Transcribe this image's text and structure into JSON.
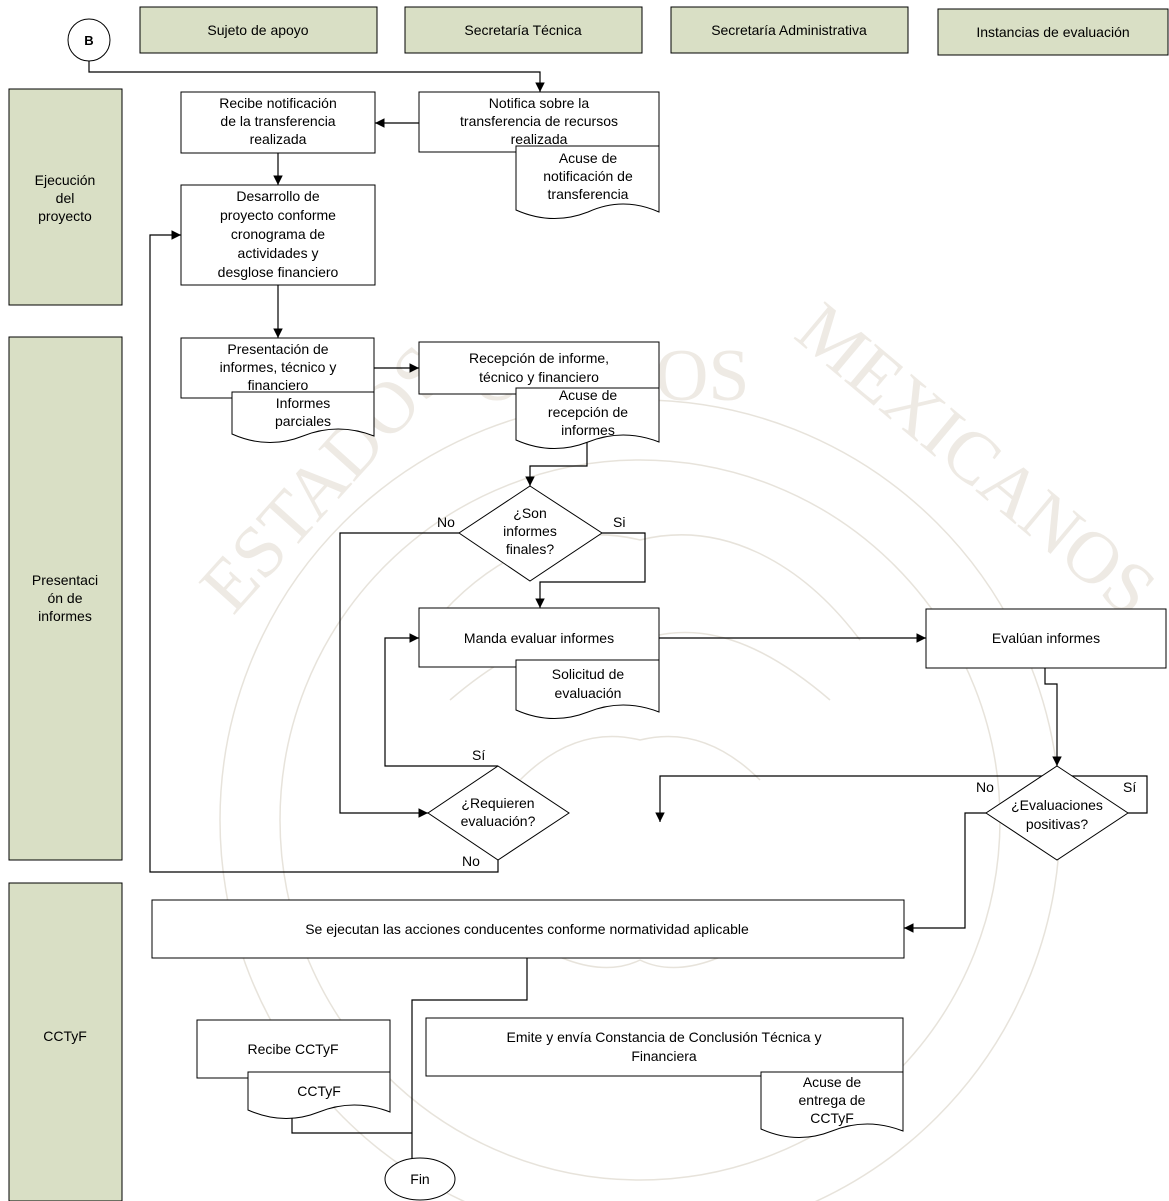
{
  "columns": {
    "sujeto": "Sujeto de apoyo",
    "tecnica": "Secretaría Técnica",
    "administrativa": "Secretaría Administrativa",
    "instancias": "Instancias de evaluación"
  },
  "phases": {
    "ejecucion": [
      "Ejecución",
      "del",
      "proyecto"
    ],
    "presentacion": [
      "Presentaci",
      "ón de",
      "informes"
    ],
    "cctyf": [
      "CCTyF"
    ]
  },
  "connector_start": "B",
  "nodes": {
    "notifica": [
      "Notifica sobre la",
      "transferencia de recursos",
      "realizada"
    ],
    "acuse_notificacion": [
      "Acuse de",
      "notificación de",
      "transferencia"
    ],
    "recibe_notificacion": [
      "Recibe notificación",
      "de la transferencia",
      "realizada"
    ],
    "desarrollo": [
      "Desarrollo de",
      "proyecto conforme",
      "cronograma de",
      "actividades y",
      "desglose financiero"
    ],
    "presentacion_informes": [
      "Presentación de",
      "informes, técnico y",
      "financiero"
    ],
    "informes_parciales": [
      "Informes",
      "parciales"
    ],
    "recepcion": [
      "Recepción de informe,",
      "técnico y financiero"
    ],
    "acuse_recepcion": [
      "Acuse de",
      "recepción de",
      "informes"
    ],
    "son_finales": [
      "¿Son",
      "informes",
      "finales?"
    ],
    "manda_evaluar": [
      "Manda evaluar informes"
    ],
    "solicitud": [
      "Solicitud de",
      "evaluación"
    ],
    "evaluan": [
      "Evalúan informes"
    ],
    "requieren": [
      "¿Requieren",
      "evaluación?"
    ],
    "evaluaciones_positivas": [
      "¿Evaluaciones",
      "positivas?"
    ],
    "acciones": [
      "Se ejecutan las acciones conducentes conforme normatividad aplicable"
    ],
    "emite": [
      "Emite y envía Constancia de Conclusión Técnica y",
      "Financiera"
    ],
    "acuse_cctyf": [
      "Acuse de",
      "entrega de",
      "CCTyF"
    ],
    "recibe_cctyf": [
      "Recibe CCTyF"
    ],
    "doc_cctyf": [
      "CCTyF"
    ],
    "fin": [
      "Fin"
    ]
  },
  "labels": {
    "finales_no": "No",
    "finales_si": "Si",
    "requieren_si": "Sí",
    "requieren_no": "No",
    "positivas_no": "No",
    "positivas_si": "Sí"
  },
  "watermark": [
    "ESTADOS",
    "UNIDOS",
    "MEXICANOS"
  ],
  "colors": {
    "header_fill": "#d9dfc5",
    "line": "#000000",
    "watermark": "#c9c0b0"
  }
}
